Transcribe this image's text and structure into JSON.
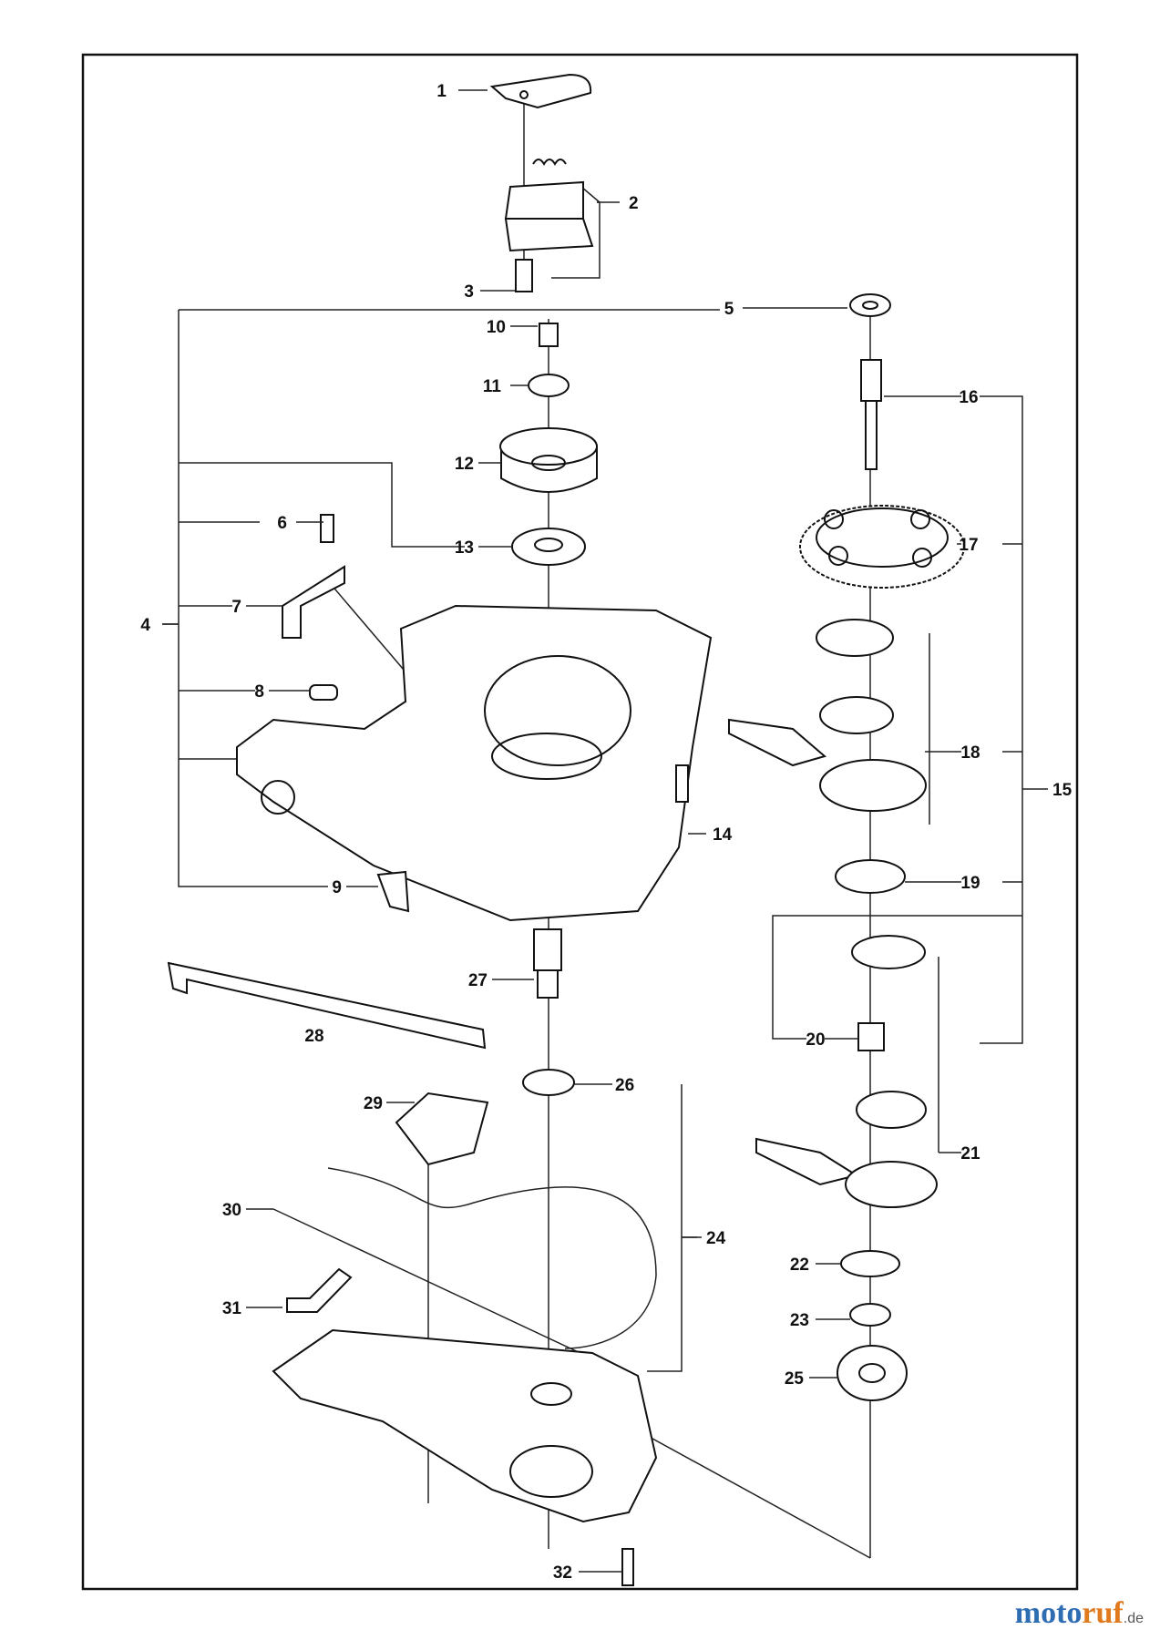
{
  "callouts": [
    "1",
    "2",
    "3",
    "4",
    "5",
    "6",
    "7",
    "8",
    "9",
    "10",
    "11",
    "12",
    "13",
    "14",
    "15",
    "16",
    "17",
    "18",
    "19",
    "20",
    "21",
    "22",
    "23",
    "24",
    "25",
    "26",
    "27",
    "28",
    "29",
    "30",
    "31",
    "32"
  ],
  "brand": {
    "part1": "moto",
    "part2": "ruf",
    "tld": ".de"
  }
}
